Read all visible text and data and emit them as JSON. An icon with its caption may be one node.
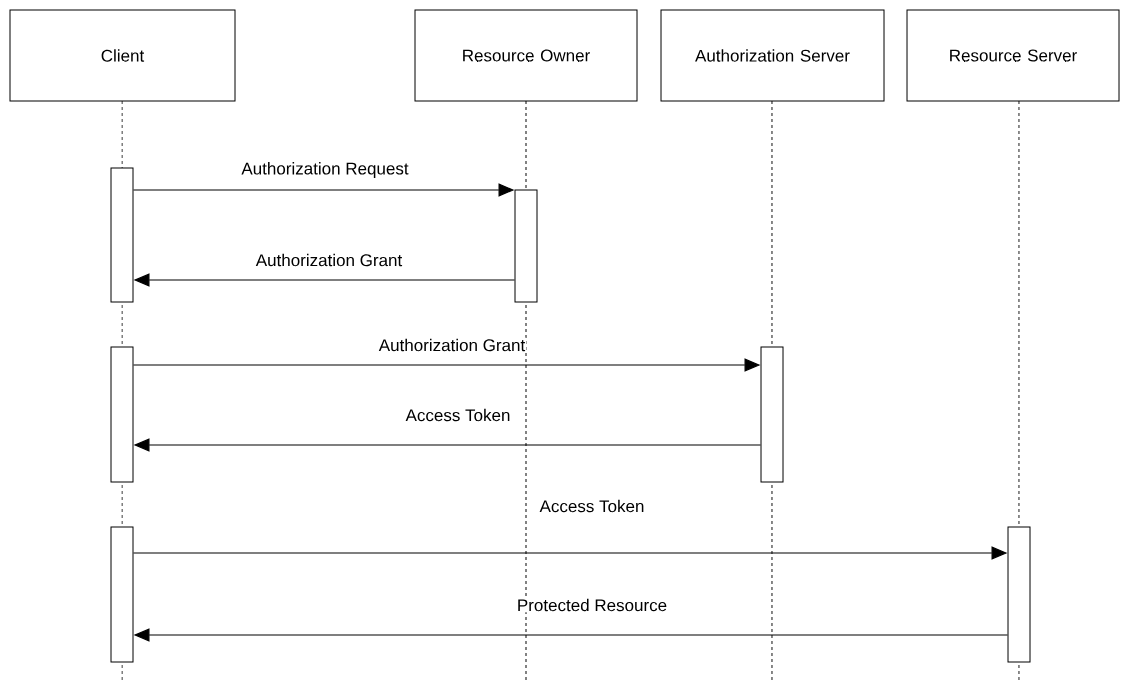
{
  "diagram": {
    "nodes": [
      {
        "text": [
          "Client"
        ]
      },
      {
        "text": [
          "Resource Owner"
        ]
      },
      {
        "text": [
          "Authorization Server"
        ]
      },
      {
        "text": [
          "Resource Server"
        ]
      },
      {
        "text": [],
        "shape": "bar"
      },
      {
        "text": [],
        "shape": "bar"
      },
      {
        "text": [],
        "shape": "bar"
      },
      {
        "text": [],
        "shape": "bar"
      },
      {
        "text": [],
        "shape": "bar"
      },
      {
        "text": [],
        "shape": "bar"
      }
    ],
    "edges": [
      {
        "from": 4,
        "to": 5,
        "arrow": "to",
        "label": "Authorization Request"
      },
      {
        "from": 5,
        "to": 4,
        "arrow": "to",
        "label": "Authorization Grant"
      },
      {
        "from": 6,
        "to": 7,
        "arrow": "to",
        "label": "Authorization Grant"
      },
      {
        "from": 7,
        "to": 6,
        "arrow": "to",
        "label": "Access Token"
      },
      {
        "from": 8,
        "to": 9,
        "arrow": "to",
        "label": "Access Token"
      },
      {
        "from": 9,
        "to": 8,
        "arrow": "to",
        "label": "Protected Resource"
      }
    ]
  }
}
